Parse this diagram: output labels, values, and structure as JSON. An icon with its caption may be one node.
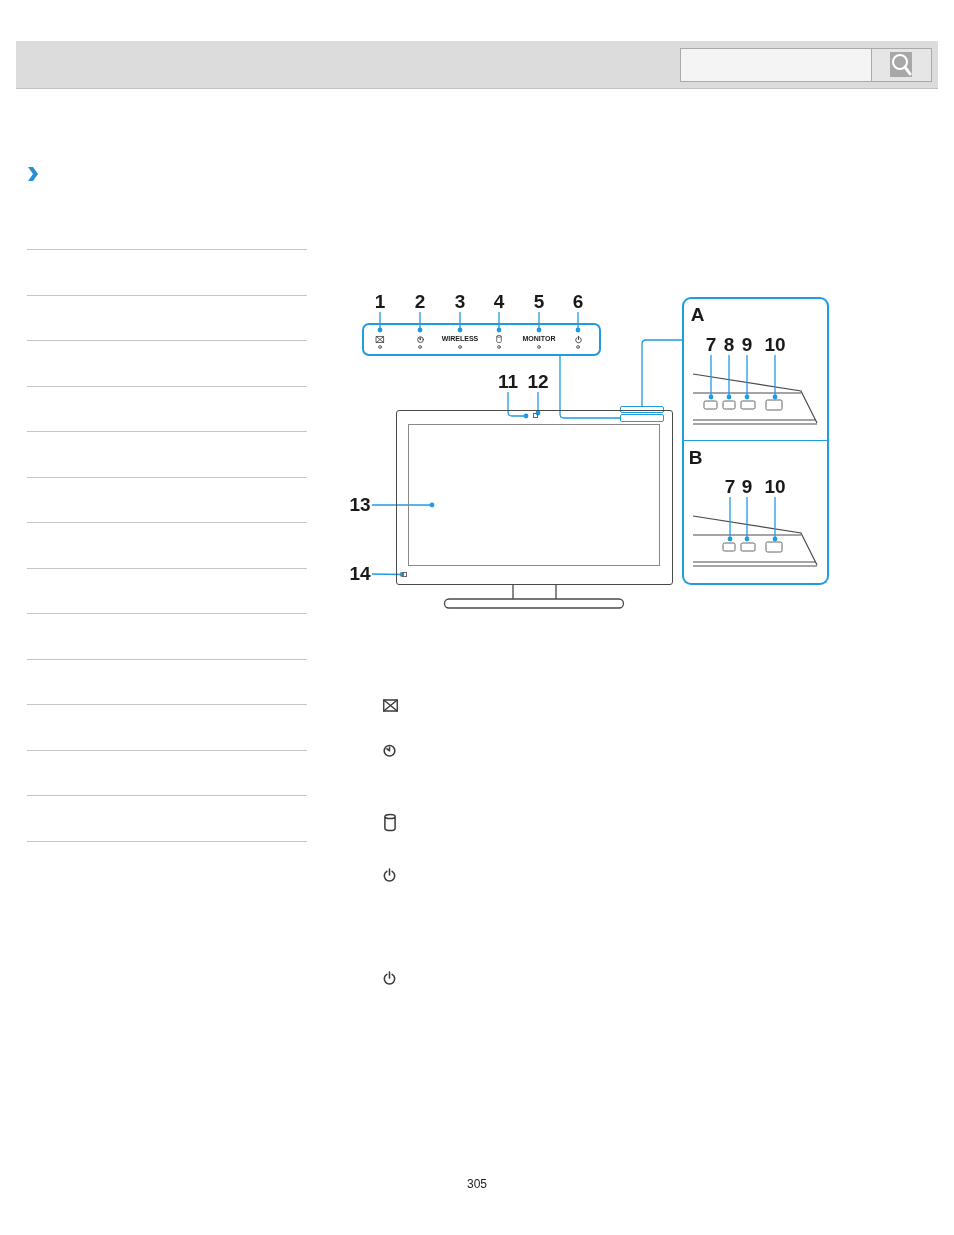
{
  "diagram": {
    "nodes": [
      {
        "text": [
          "1"
        ]
      },
      {
        "text": [
          "2"
        ]
      },
      {
        "text": [
          "3"
        ]
      },
      {
        "text": [
          "4"
        ]
      },
      {
        "text": [
          "5"
        ]
      },
      {
        "text": [
          "6"
        ]
      },
      {
        "text": [
          "WIRELESS",
          "MONITOR"
        ]
      },
      {
        "text": [
          "A"
        ]
      },
      {
        "text": [
          "7"
        ],
        "in": 7
      },
      {
        "text": [
          "8"
        ],
        "in": 7
      },
      {
        "text": [
          "9"
        ],
        "in": 7
      },
      {
        "text": [
          "10"
        ],
        "in": 7
      },
      {
        "text": [
          "11"
        ]
      },
      {
        "text": [
          "12"
        ]
      },
      {
        "text": [],
        "shape": "box"
      },
      {
        "text": [],
        "shape": "box"
      },
      {
        "text": [],
        "shape": "box",
        "in": 15
      },
      {
        "text": [],
        "shape": "box",
        "in": 15
      },
      {
        "text": [],
        "shape": "box",
        "in": 15
      },
      {
        "text": [],
        "shape": "box",
        "in": 15
      },
      {
        "text": [
          "B"
        ]
      },
      {
        "text": [
          "7"
        ],
        "in": 20
      },
      {
        "text": [
          "9"
        ],
        "in": 20
      },
      {
        "text": [
          "10"
        ],
        "in": 20
      },
      {
        "text": [
          "13"
        ]
      },
      {
        "text": [
          "14"
        ]
      }
    ],
    "edges": [
      {
        "from": 0,
        "to": null,
        "arrow": "other"
      },
      {
        "from": 1,
        "to": null,
        "arrow": "other"
      },
      {
        "from": 2,
        "to": null,
        "arrow": "other"
      },
      {
        "from": 3,
        "to": null,
        "arrow": "other"
      },
      {
        "from": 4,
        "to": null,
        "arrow": "other"
      },
      {
        "from": 5,
        "to": null,
        "arrow": "other"
      },
      {
        "from": 8,
        "to": null,
        "arrow": "other"
      },
      {
        "from": 9,
        "to": null,
        "arrow": "other"
      },
      {
        "from": 10,
        "to": null,
        "arrow": "other"
      },
      {
        "from": 11,
        "to": null,
        "arrow": "other"
      },
      {
        "from": 21,
        "to": null,
        "arrow": "other"
      },
      {
        "from": 22,
        "to": null,
        "arrow": "other"
      },
      {
        "from": 23,
        "to": null,
        "arrow": "other"
      },
      {
        "from": 12,
        "to": 15,
        "arrow": "other"
      },
      {
        "from": 13,
        "to": 16,
        "arrow": "other"
      },
      {
        "from": 24,
        "to": 18,
        "arrow": "other"
      },
      {
        "from": 25,
        "to": 19,
        "arrow": "other"
      },
      {
        "from": 6,
        "to": 17,
        "arrow": "none"
      },
      {
        "from": 7,
        "to": 14,
        "arrow": "none"
      }
    ],
    "labels": [
      "305"
    ]
  }
}
